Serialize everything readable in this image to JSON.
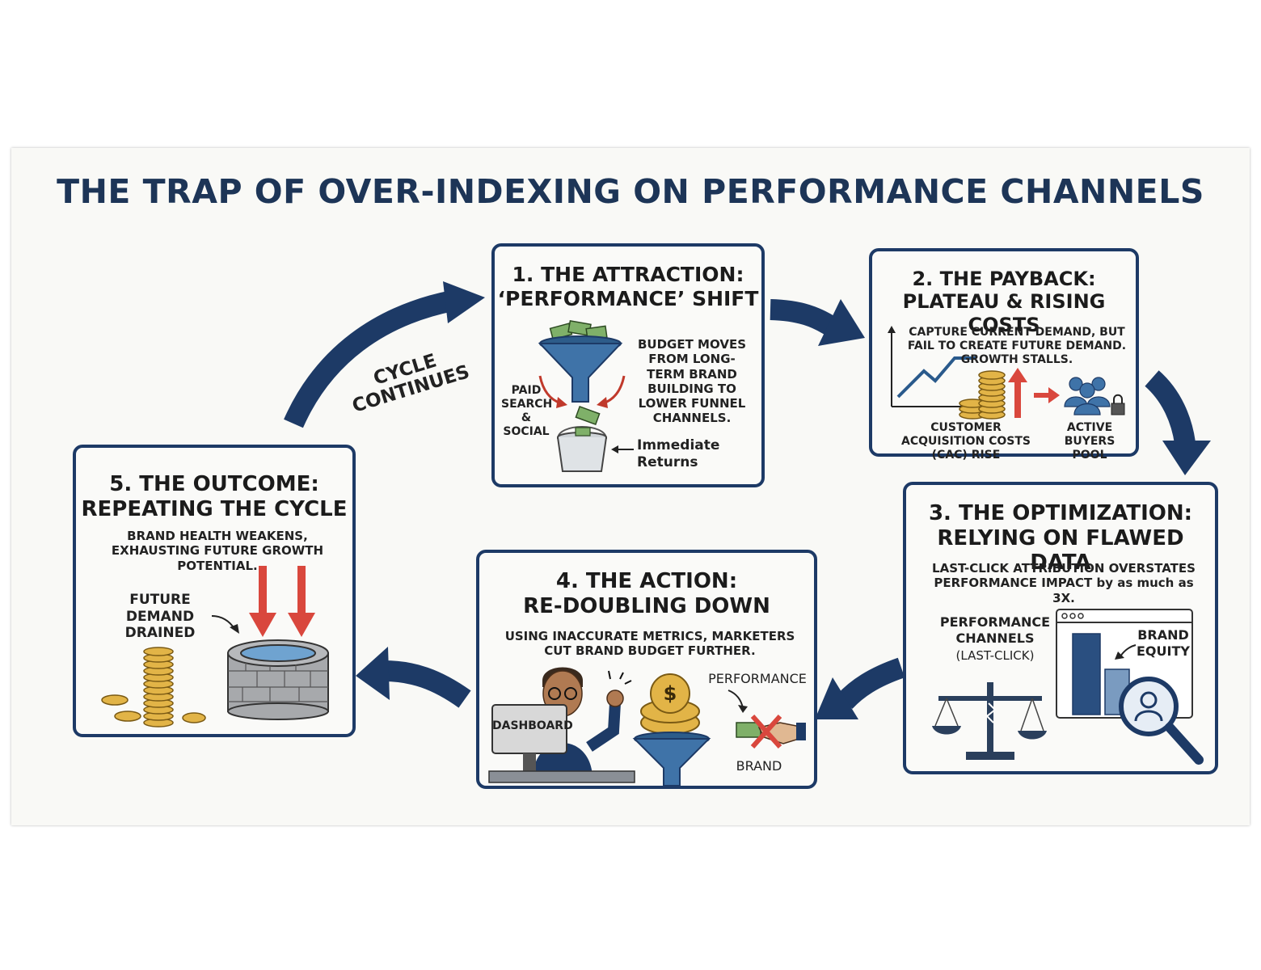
{
  "title": "THE TRAP OF OVER-INDEXING ON PERFORMANCE CHANNELS",
  "cycle_label": [
    "CYCLE",
    "CONTINUES"
  ],
  "step1": {
    "heading": [
      "1. THE ATTRACTION:",
      "‘PERFORMANCE’ SHIFT"
    ],
    "body": "BUDGET MOVES FROM LONG-TERM BRAND BUILDING TO LOWER FUNNEL CHANNELS.",
    "funnel_label": "PAID SEARCH & SOCIAL",
    "bucket_label": "Immediate Returns"
  },
  "step2": {
    "heading": [
      "2. THE PAYBACK:",
      "PLATEAU & RISING COSTS"
    ],
    "body": "CAPTURE CURRENT DEMAND, BUT FAIL TO CREATE FUTURE DEMAND. GROWTH STALLS.",
    "cac_label": "CUSTOMER ACQUISITION COSTS (CAC) RISE",
    "pool_label": "ACTIVE BUYERS POOL"
  },
  "step3": {
    "heading": [
      "3. THE OPTIMIZATION:",
      "RELYING ON FLAWED DATA"
    ],
    "body": "LAST-CLICK ATTRIBUTION OVERSTATES PERFORMANCE IMPACT by as much as 3X.",
    "perf_label": "PERFORMANCE CHANNELS",
    "perf_sub": "(LAST-CLICK)",
    "equity_label": "BRAND EQUITY"
  },
  "step4": {
    "heading": [
      "4. THE ACTION:",
      "RE-DOUBLING DOWN"
    ],
    "body": "USING INACCURATE METRICS, MARKETERS CUT BRAND BUDGET FURTHER.",
    "dashboard_label": "DASHBOARD",
    "performance_label": "PERFORMANCE",
    "brand_label": "BRAND"
  },
  "step5": {
    "heading": [
      "5. THE OUTCOME:",
      "REPEATING THE CYCLE"
    ],
    "body": "BRAND HEALTH WEAKENS, EXHAUSTING FUTURE GROWTH POTENTIAL.",
    "demand_label": "FUTURE DEMAND DRAINED"
  },
  "colors": {
    "navy": "#1d3a66",
    "red": "#d9473d",
    "gold": "#e2b447",
    "money": "#7fb069"
  }
}
